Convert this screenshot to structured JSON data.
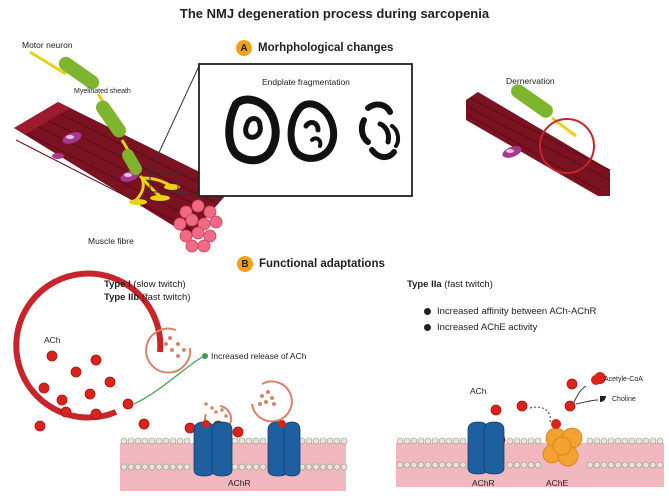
{
  "title": "The NMJ degeneration process during sarcopenia",
  "sections": [
    {
      "badge": "A",
      "label": "Morhphological changes"
    },
    {
      "badge": "B",
      "label": "Functional adaptations"
    }
  ],
  "panel_a": {
    "motor_neuron": "Motor neuron",
    "myelinated_sheath": "Myelinated sheath",
    "muscle_fibre": "Muscle fibre",
    "endplate_fragmentation": "Endplate fragmentation",
    "denervation": "Dernervation"
  },
  "panel_b": {
    "left_types": [
      {
        "bold": "Type I",
        "rest": " (slow twitch)"
      },
      {
        "bold": "Type IIb",
        "rest": " (fast twitch)"
      }
    ],
    "right_type": {
      "bold": "Type IIa",
      "rest": " (fast twitch)"
    },
    "increased_release": "Increased release of ACh",
    "bullets": [
      "Increased affinity between ACh-AChR",
      "Increased AChE activity"
    ],
    "ach_left": "ACh",
    "achr_left": "AChR",
    "ach_right": "ACh",
    "achr_right": "AChR",
    "ache": "AChE",
    "acetyl_coa": "Acetyle-CoA",
    "choline": "Choline"
  },
  "colors": {
    "badge": "#f2a21a",
    "muscle": "#8a1526",
    "neuron": "#7fb52e",
    "terminal": "#e6d21a",
    "ach": "#d8241c",
    "receptor": "#1e5fa0",
    "ache": "#f3a232",
    "membrane": "#f2b8bf"
  }
}
